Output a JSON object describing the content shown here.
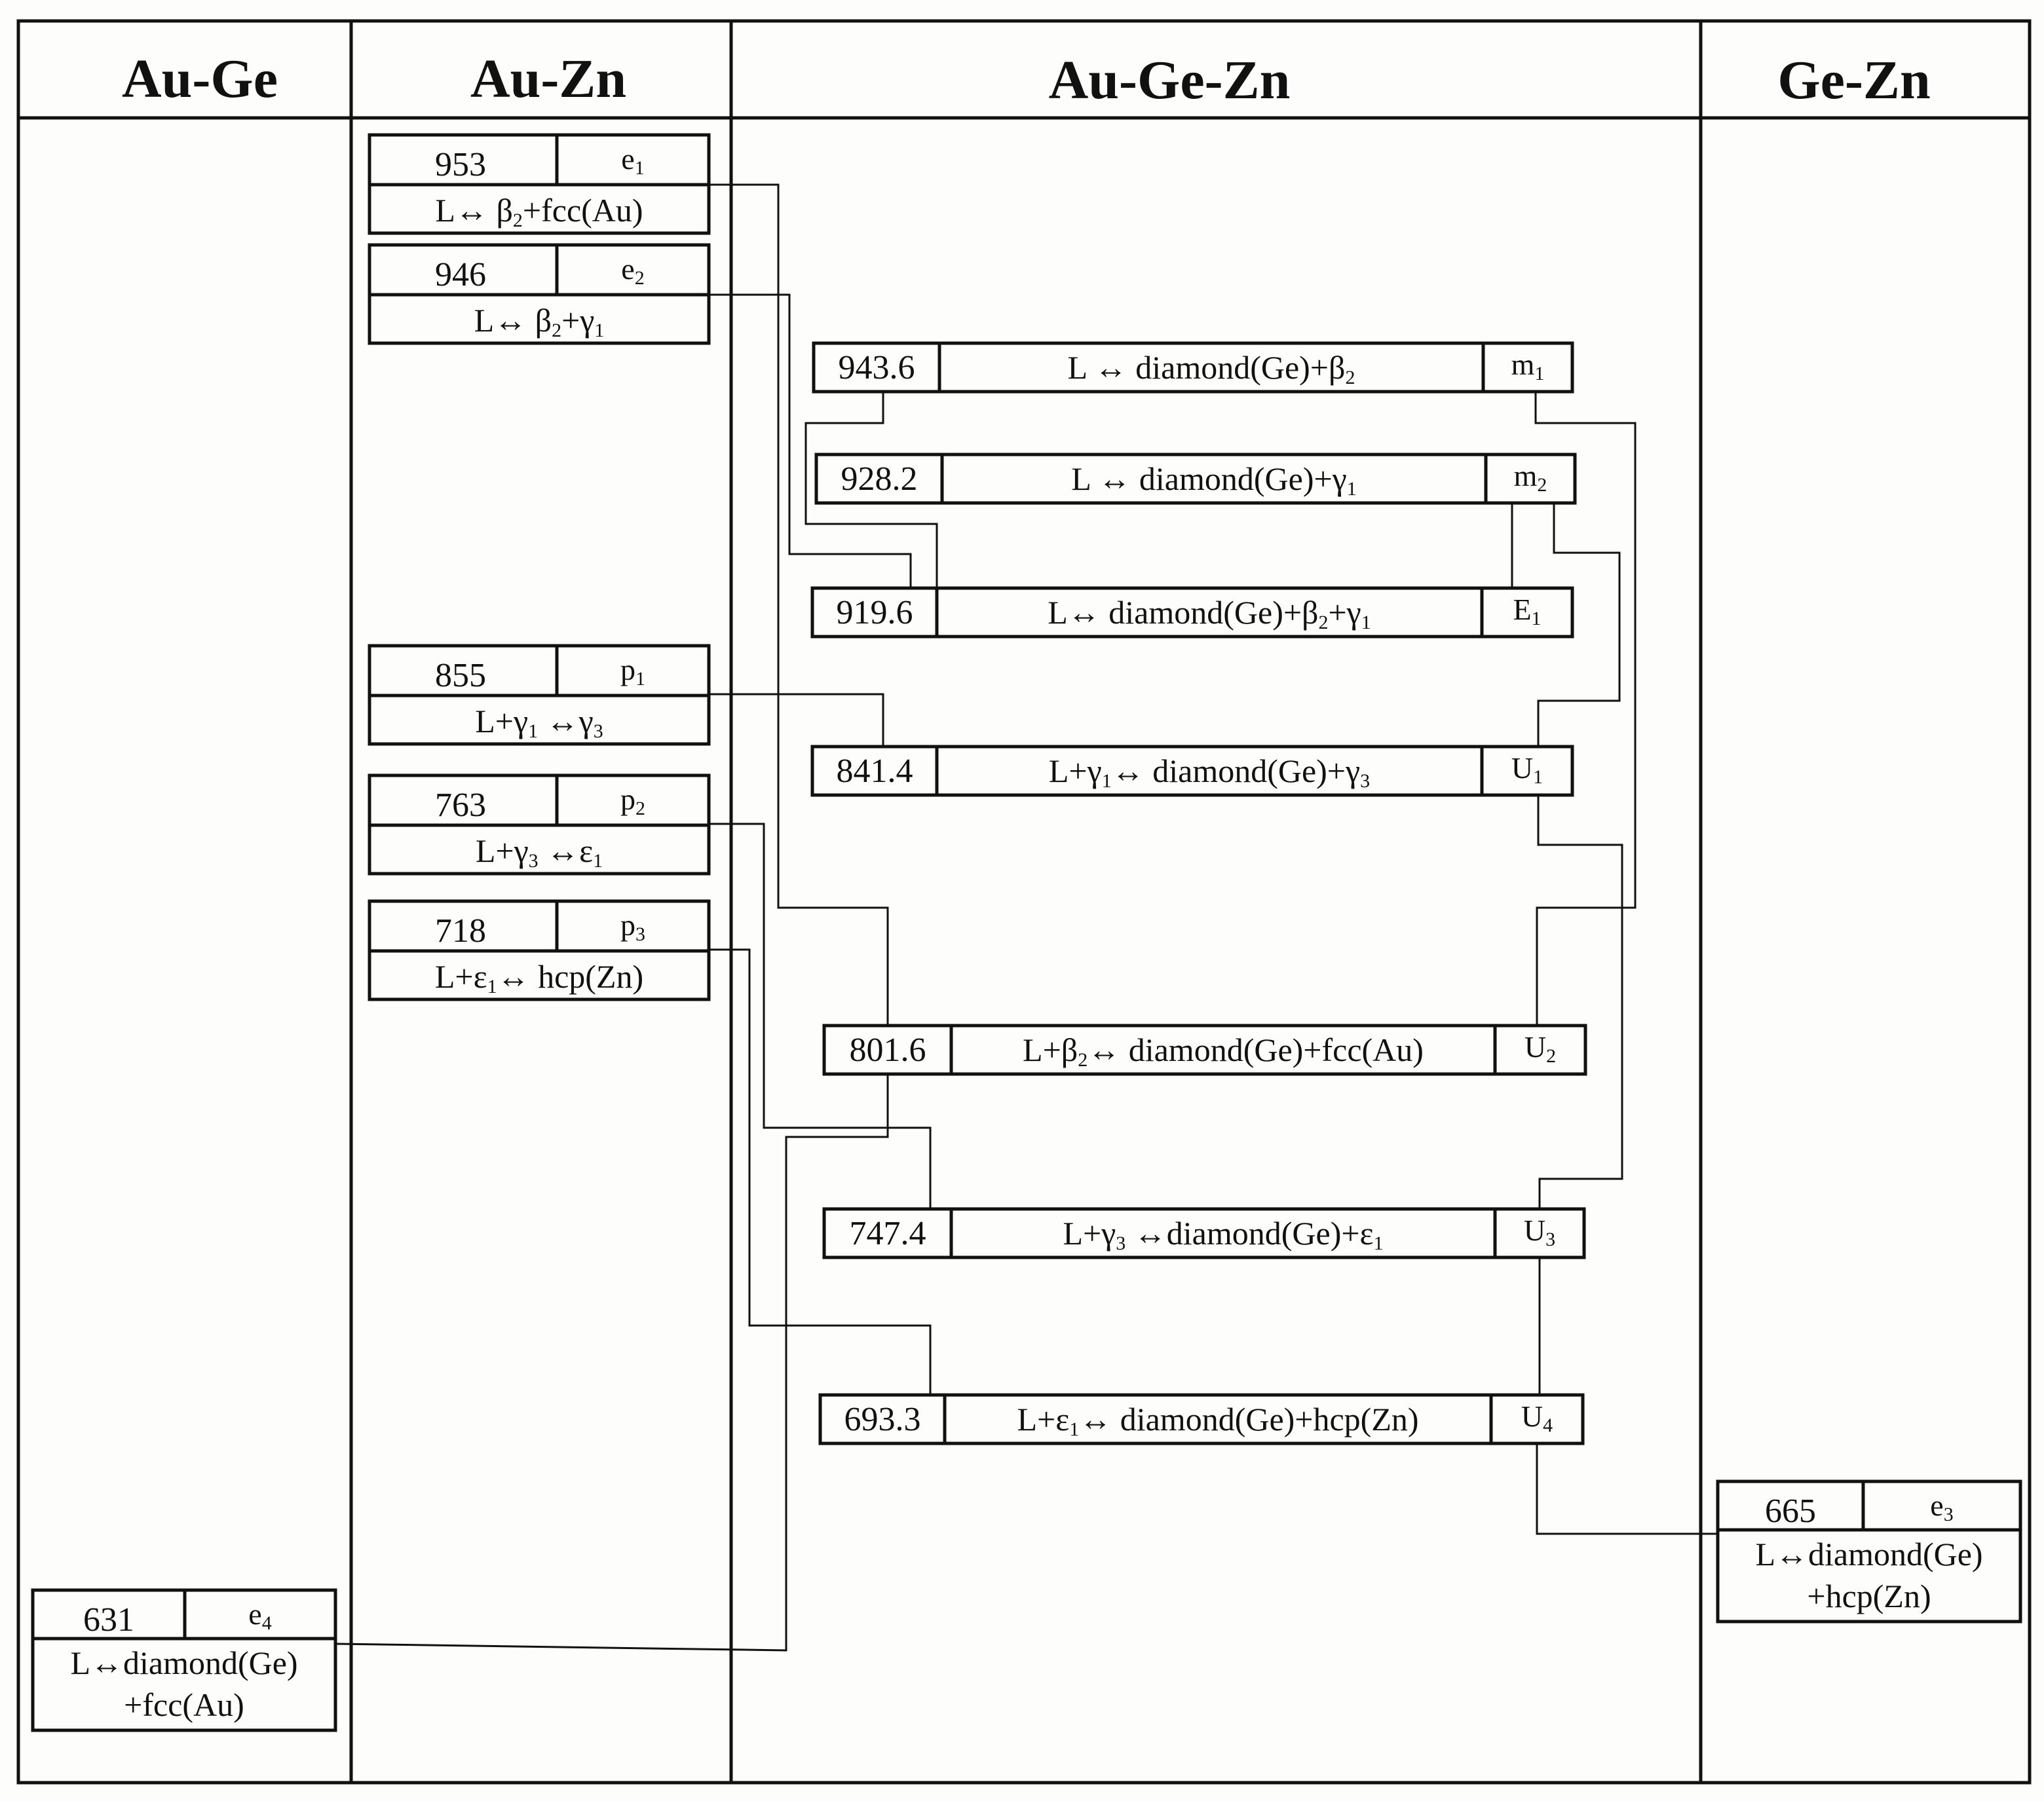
{
  "headers": {
    "au_ge": "Au-Ge",
    "au_zn": "Au-Zn",
    "au_ge_zn": "Au-Ge-Zn",
    "ge_zn": "Ge-Zn"
  },
  "binary_reactions": {
    "e1": {
      "temp": "953",
      "label": "e",
      "sub": "1",
      "reaction": [
        [
          "L↔ β",
          ""
        ],
        [
          "2",
          "s"
        ],
        [
          "+fcc(Au)",
          ""
        ]
      ]
    },
    "e2": {
      "temp": "946",
      "label": "e",
      "sub": "2",
      "reaction": [
        [
          "L↔ β",
          ""
        ],
        [
          "2",
          "s"
        ],
        [
          "+γ",
          ""
        ],
        [
          "1",
          "s"
        ]
      ]
    },
    "p1": {
      "temp": "855",
      "label": "p",
      "sub": "1",
      "reaction": [
        [
          "L+γ",
          ""
        ],
        [
          "1",
          "s"
        ],
        [
          " ↔γ",
          ""
        ],
        [
          "3",
          "s"
        ]
      ]
    },
    "p2": {
      "temp": "763",
      "label": "p",
      "sub": "2",
      "reaction": [
        [
          "L+γ",
          ""
        ],
        [
          "3",
          "s"
        ],
        [
          " ↔ε",
          ""
        ],
        [
          "1",
          "s"
        ]
      ]
    },
    "p3": {
      "temp": "718",
      "label": "p",
      "sub": "3",
      "reaction": [
        [
          "L+ε",
          ""
        ],
        [
          "1",
          "s"
        ],
        [
          "↔ hcp(Zn)",
          ""
        ]
      ]
    },
    "e4": {
      "temp": "631",
      "label": "e",
      "sub": "4",
      "reaction_lines": [
        "L↔diamond(Ge)",
        "+fcc(Au)"
      ]
    },
    "e3": {
      "temp": "665",
      "label": "e",
      "sub": "3",
      "reaction_lines": [
        "L↔diamond(Ge)",
        "+hcp(Zn)"
      ]
    }
  },
  "ternary_reactions": {
    "m1": {
      "temp": "943.6",
      "label": "m",
      "sub": "1",
      "reaction": [
        [
          "L ↔ diamond(Ge)+β",
          ""
        ],
        [
          "2",
          "s"
        ]
      ]
    },
    "m2": {
      "temp": "928.2",
      "label": "m",
      "sub": "2",
      "reaction": [
        [
          "L ↔  diamond(Ge)+γ",
          ""
        ],
        [
          "1",
          "s"
        ]
      ]
    },
    "E1": {
      "temp": "919.6",
      "label": "E",
      "sub": "1",
      "reaction": [
        [
          "L↔ diamond(Ge)+β",
          ""
        ],
        [
          "2",
          "s"
        ],
        [
          "+γ",
          ""
        ],
        [
          "1",
          "s"
        ]
      ]
    },
    "U1": {
      "temp": "841.4",
      "label": "U",
      "sub": "1",
      "reaction": [
        [
          "L+γ",
          ""
        ],
        [
          "1",
          "s"
        ],
        [
          "↔ diamond(Ge)+γ",
          ""
        ],
        [
          "3",
          "s"
        ]
      ]
    },
    "U2": {
      "temp": "801.6",
      "label": "U",
      "sub": "2",
      "reaction": [
        [
          "L+β",
          ""
        ],
        [
          "2",
          "s"
        ],
        [
          "↔ diamond(Ge)+fcc(Au)",
          ""
        ]
      ]
    },
    "U3": {
      "temp": "747.4",
      "label": "U",
      "sub": "3",
      "reaction": [
        [
          "L+γ",
          ""
        ],
        [
          "3",
          "s"
        ],
        [
          " ↔diamond(Ge)+ε",
          ""
        ],
        [
          "1",
          "s"
        ]
      ]
    },
    "U4": {
      "temp": "693.3",
      "label": "U",
      "sub": "4",
      "reaction": [
        [
          "L+ε",
          ""
        ],
        [
          "1",
          "s"
        ],
        [
          "↔ diamond(Ge)+hcp(Zn)",
          ""
        ]
      ]
    }
  }
}
